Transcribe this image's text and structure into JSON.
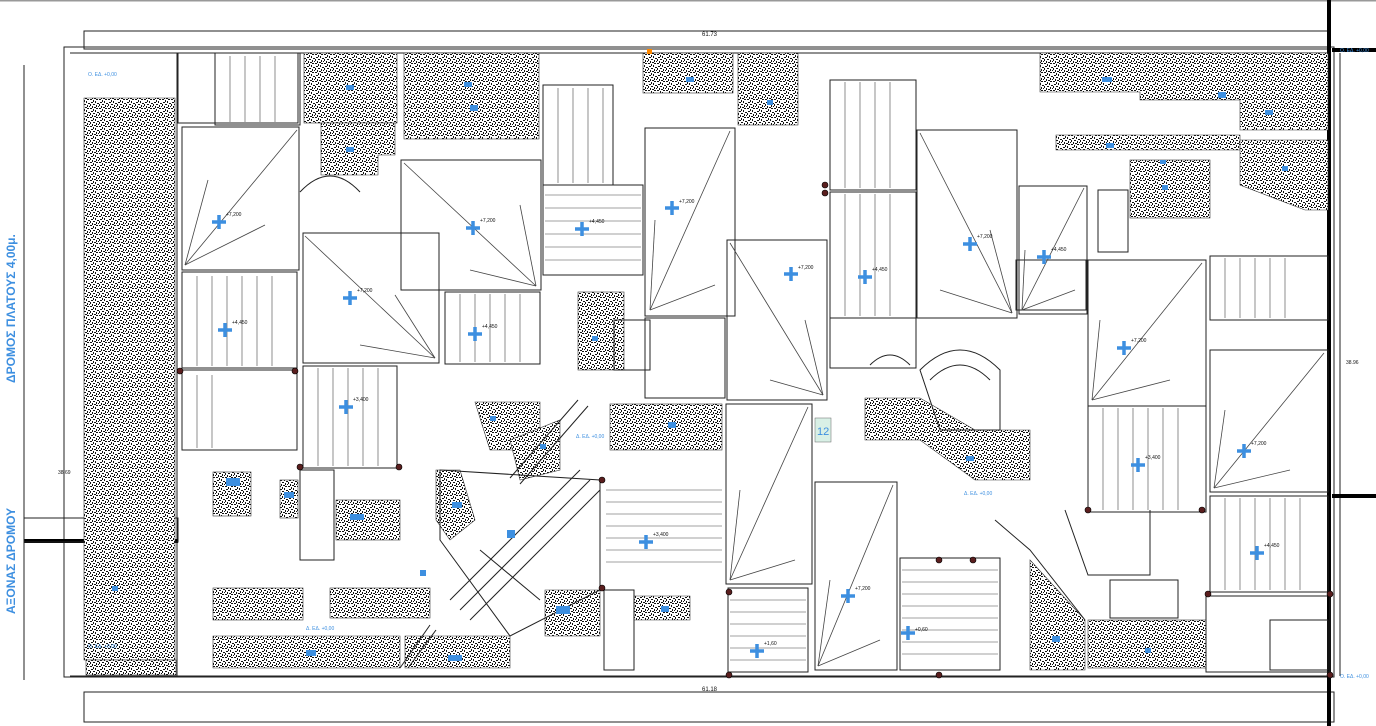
{
  "drawing": {
    "street_label": "ΔΡΟΜΟΣ ΠΛΑΤΟΥΣ 4,00μ.",
    "axis_label": "ΑΞΟΝΑΣ ΔΡΟΜΟΥ",
    "dim_top": "61.73",
    "dim_bottom": "61.18",
    "dim_left": "38.69",
    "dim_right": "38.96",
    "room_number": "12",
    "ground_level_label": "Δ. ΕΔ. +0,00",
    "corner_label": "Ο. ΕΔ. +0,00",
    "level_labels": [
      "+7,200",
      "+4,450",
      "+3,400",
      "+1,60",
      "+0,60"
    ],
    "accent_color": "#3d8fe0",
    "hatch_color": "#1a1a1a",
    "line_color": "#222222"
  }
}
